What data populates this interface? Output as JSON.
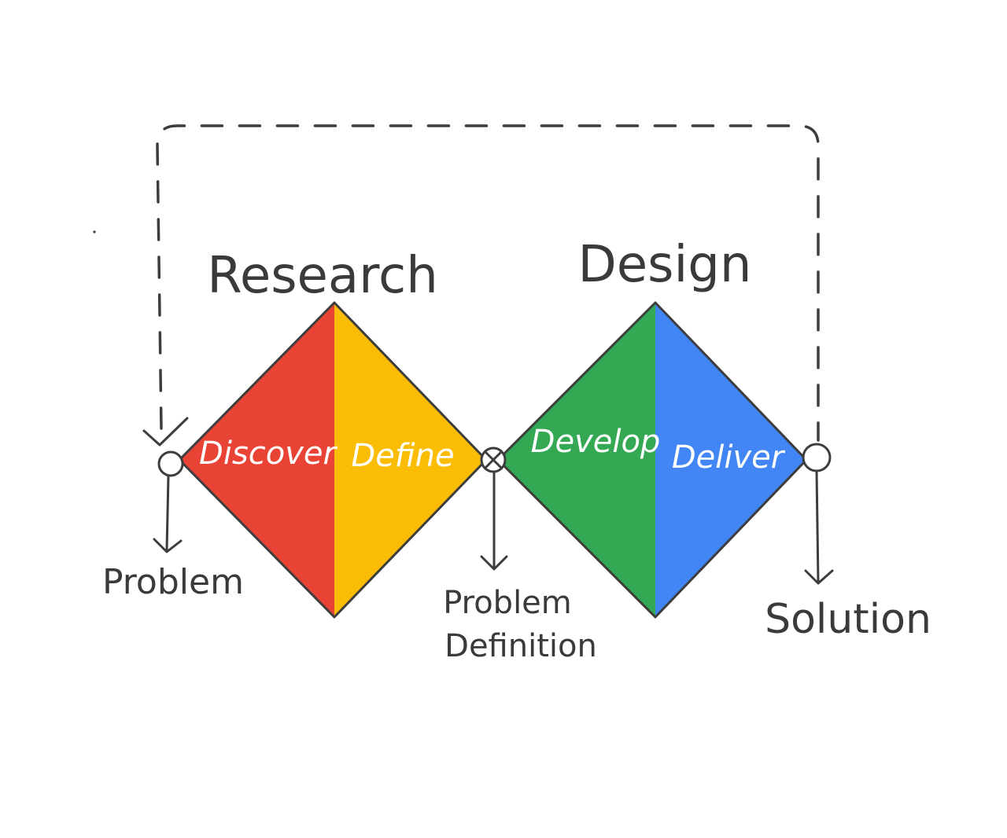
{
  "headings": {
    "research": "Research",
    "design": "Design"
  },
  "phases": {
    "discover": "Discover",
    "define": "Define",
    "develop": "Develop",
    "deliver": "Deliver"
  },
  "milestones": {
    "problem": "Problem",
    "problem_definition_line1": "Problem",
    "problem_definition_line2": "Definition",
    "solution": "Solution"
  },
  "colors": {
    "discover": "#E94335",
    "define": "#FBBC04",
    "develop": "#34A853",
    "deliver": "#4285F4",
    "ink": "#3d3d3d"
  }
}
